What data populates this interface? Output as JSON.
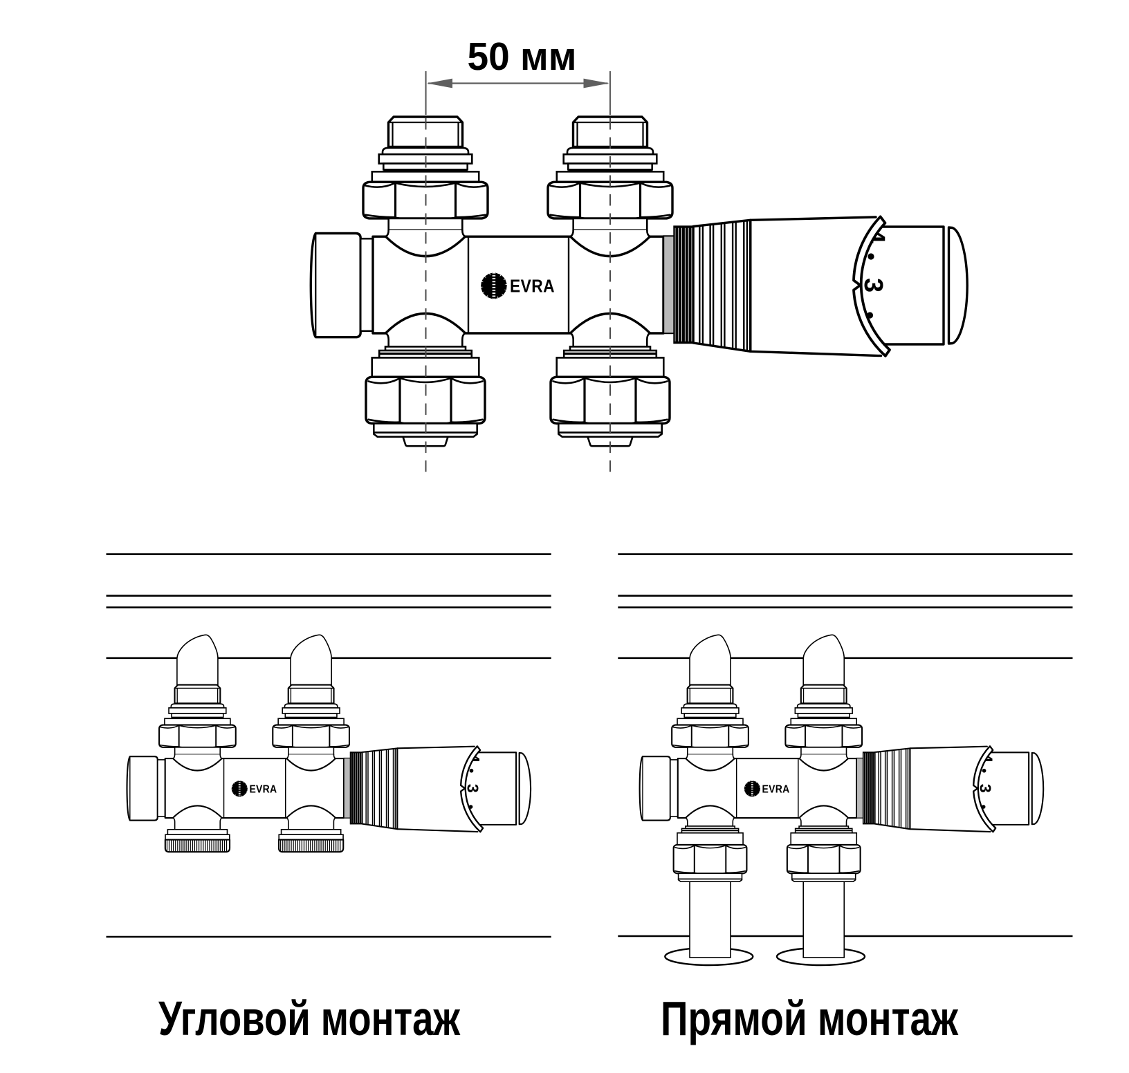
{
  "dimension": {
    "label": "50 мм"
  },
  "brand": {
    "name": "EVRA"
  },
  "dial": {
    "mark_upper": "4",
    "mark_center": "3"
  },
  "captions": {
    "angle": "Угловой монтаж",
    "straight": "Прямой монтаж"
  },
  "colors": {
    "ink": "#000000",
    "dim_line": "#5f5f5f",
    "centerline": "#4a4a4a",
    "gray_ring": "#b9b9b9",
    "paper": "#ffffff"
  }
}
